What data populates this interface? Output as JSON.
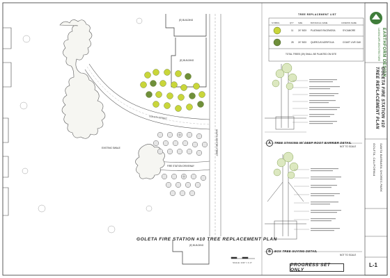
{
  "plan": {
    "title": "GOLETA FIRE STATION #10 TREE REPLACEMENT PLAN",
    "scale_note": "SCALE: 1/32\" = 1'-0\"",
    "progress_label": "PROGRESS SET ONLY",
    "labels": {
      "building_top": "(E) BUILDING",
      "building_mid": "(E) BUILDING",
      "building_bottom": "(E) BUILDING",
      "road": "GOLETA STREET",
      "swale": "EXISTING SWALE",
      "drive": "FIRE STATION DRIVEWAY",
      "vertical_street": "SOUTH CENTER STREET"
    }
  },
  "legend": {
    "title": "TREE REPLACEMENT LIST",
    "headers": [
      "SYMBOL",
      "QTY",
      "SIZE",
      "BOTANICAL NAME",
      "COMMON NAME"
    ],
    "rows": [
      {
        "qty": "11",
        "size": "24\" BOX",
        "botanical": "PLATANUS RACEMOSA",
        "common": "SYCAMORE",
        "color": "#c9d63a"
      },
      {
        "qty": "28",
        "size": "24\" BOX",
        "botanical": "QUERCUS AGRIFOLIA",
        "common": "COAST LIVE OAK",
        "color": "#6f8f3a"
      }
    ],
    "note": "TOTAL TREES (39) SHALL BE PLANTED ON SITE"
  },
  "details": {
    "a_letter": "A",
    "a_title": "TREE STAKING W/ DEEP ROOT BARRIER DETAIL",
    "a_scale": "NOT TO SCALE",
    "b_letter": "B",
    "b_title": "BOX TREE GUYING DETAIL",
    "b_scale": "NOT TO SCALE"
  },
  "title_block": {
    "firm_name": "EARTHFORM DESIGN",
    "firm_sub": "LANDSCAPE ARCHITECTURE",
    "sheet_title_1": "GOLETA FIRE STATION #10",
    "sheet_title_2": "TREE REPLACEMENT PLAN",
    "project_1": "SANTA BARBARA SHORES PARK",
    "project_2": "GOLETA, CALIFORNIA",
    "sheet_number": "L-1"
  },
  "colors": {
    "lime_tree": "#c9d63a",
    "oak_tree": "#6f8f3a",
    "firm_green": "#3f7d3a",
    "line": "#333333"
  }
}
